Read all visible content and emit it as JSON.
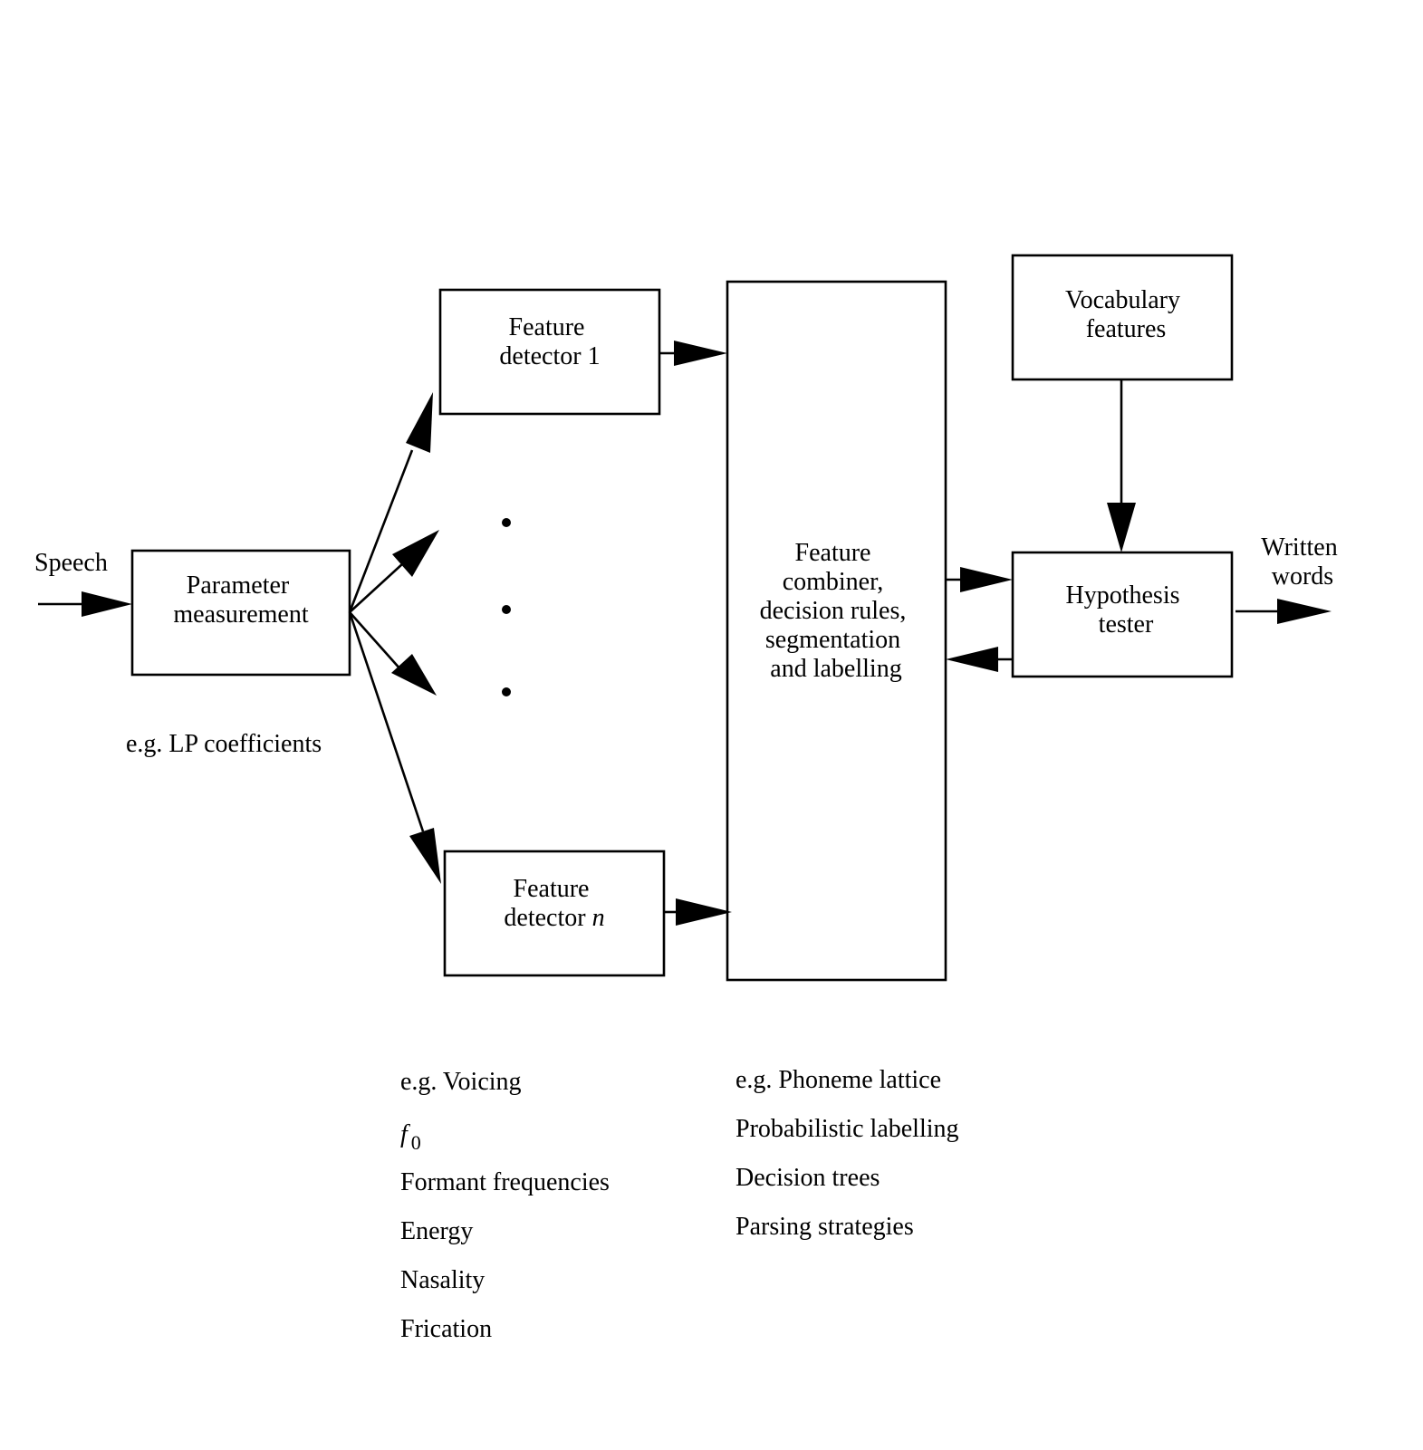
{
  "input_label": "Speech",
  "output_label": [
    "Written",
    "words"
  ],
  "boxes": {
    "parameter": [
      "Parameter",
      "measurement"
    ],
    "detector_1": [
      "Feature",
      "detector 1"
    ],
    "detector_n": [
      "Feature",
      "detector ",
      "n"
    ],
    "combiner": [
      "Feature",
      "combiner,",
      "decision rules,",
      "segmentation",
      "and labelling"
    ],
    "vocabulary": [
      "Vocabulary",
      "features"
    ],
    "hypothesis": [
      "Hypothesis",
      "tester"
    ]
  },
  "notes": {
    "parameter_example": "e.g. LP coefficients",
    "detector_examples": [
      "e.g. Voicing",
      "f",
      "0",
      "Formant frequencies",
      "Energy",
      "Nasality",
      "Frication"
    ],
    "combiner_examples": [
      "e.g. Phoneme lattice",
      "Probabilistic labelling",
      "Decision trees",
      "Parsing strategies"
    ]
  },
  "ellipsis_dots": [
    "dot",
    "dot",
    "dot"
  ]
}
